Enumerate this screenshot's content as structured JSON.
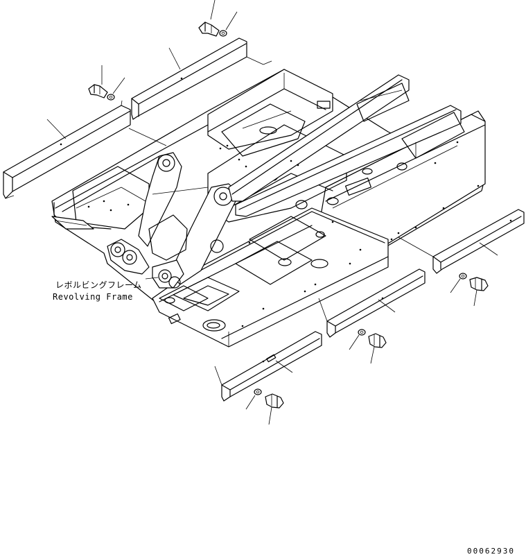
{
  "labels": {
    "part_name_jp": "レボルビングフレーム",
    "part_name_en": "Revolving Frame"
  },
  "drawing_number": "00062930",
  "icons": [
    "revolving-frame-illustration",
    "cover-plate",
    "bolt",
    "washer"
  ]
}
